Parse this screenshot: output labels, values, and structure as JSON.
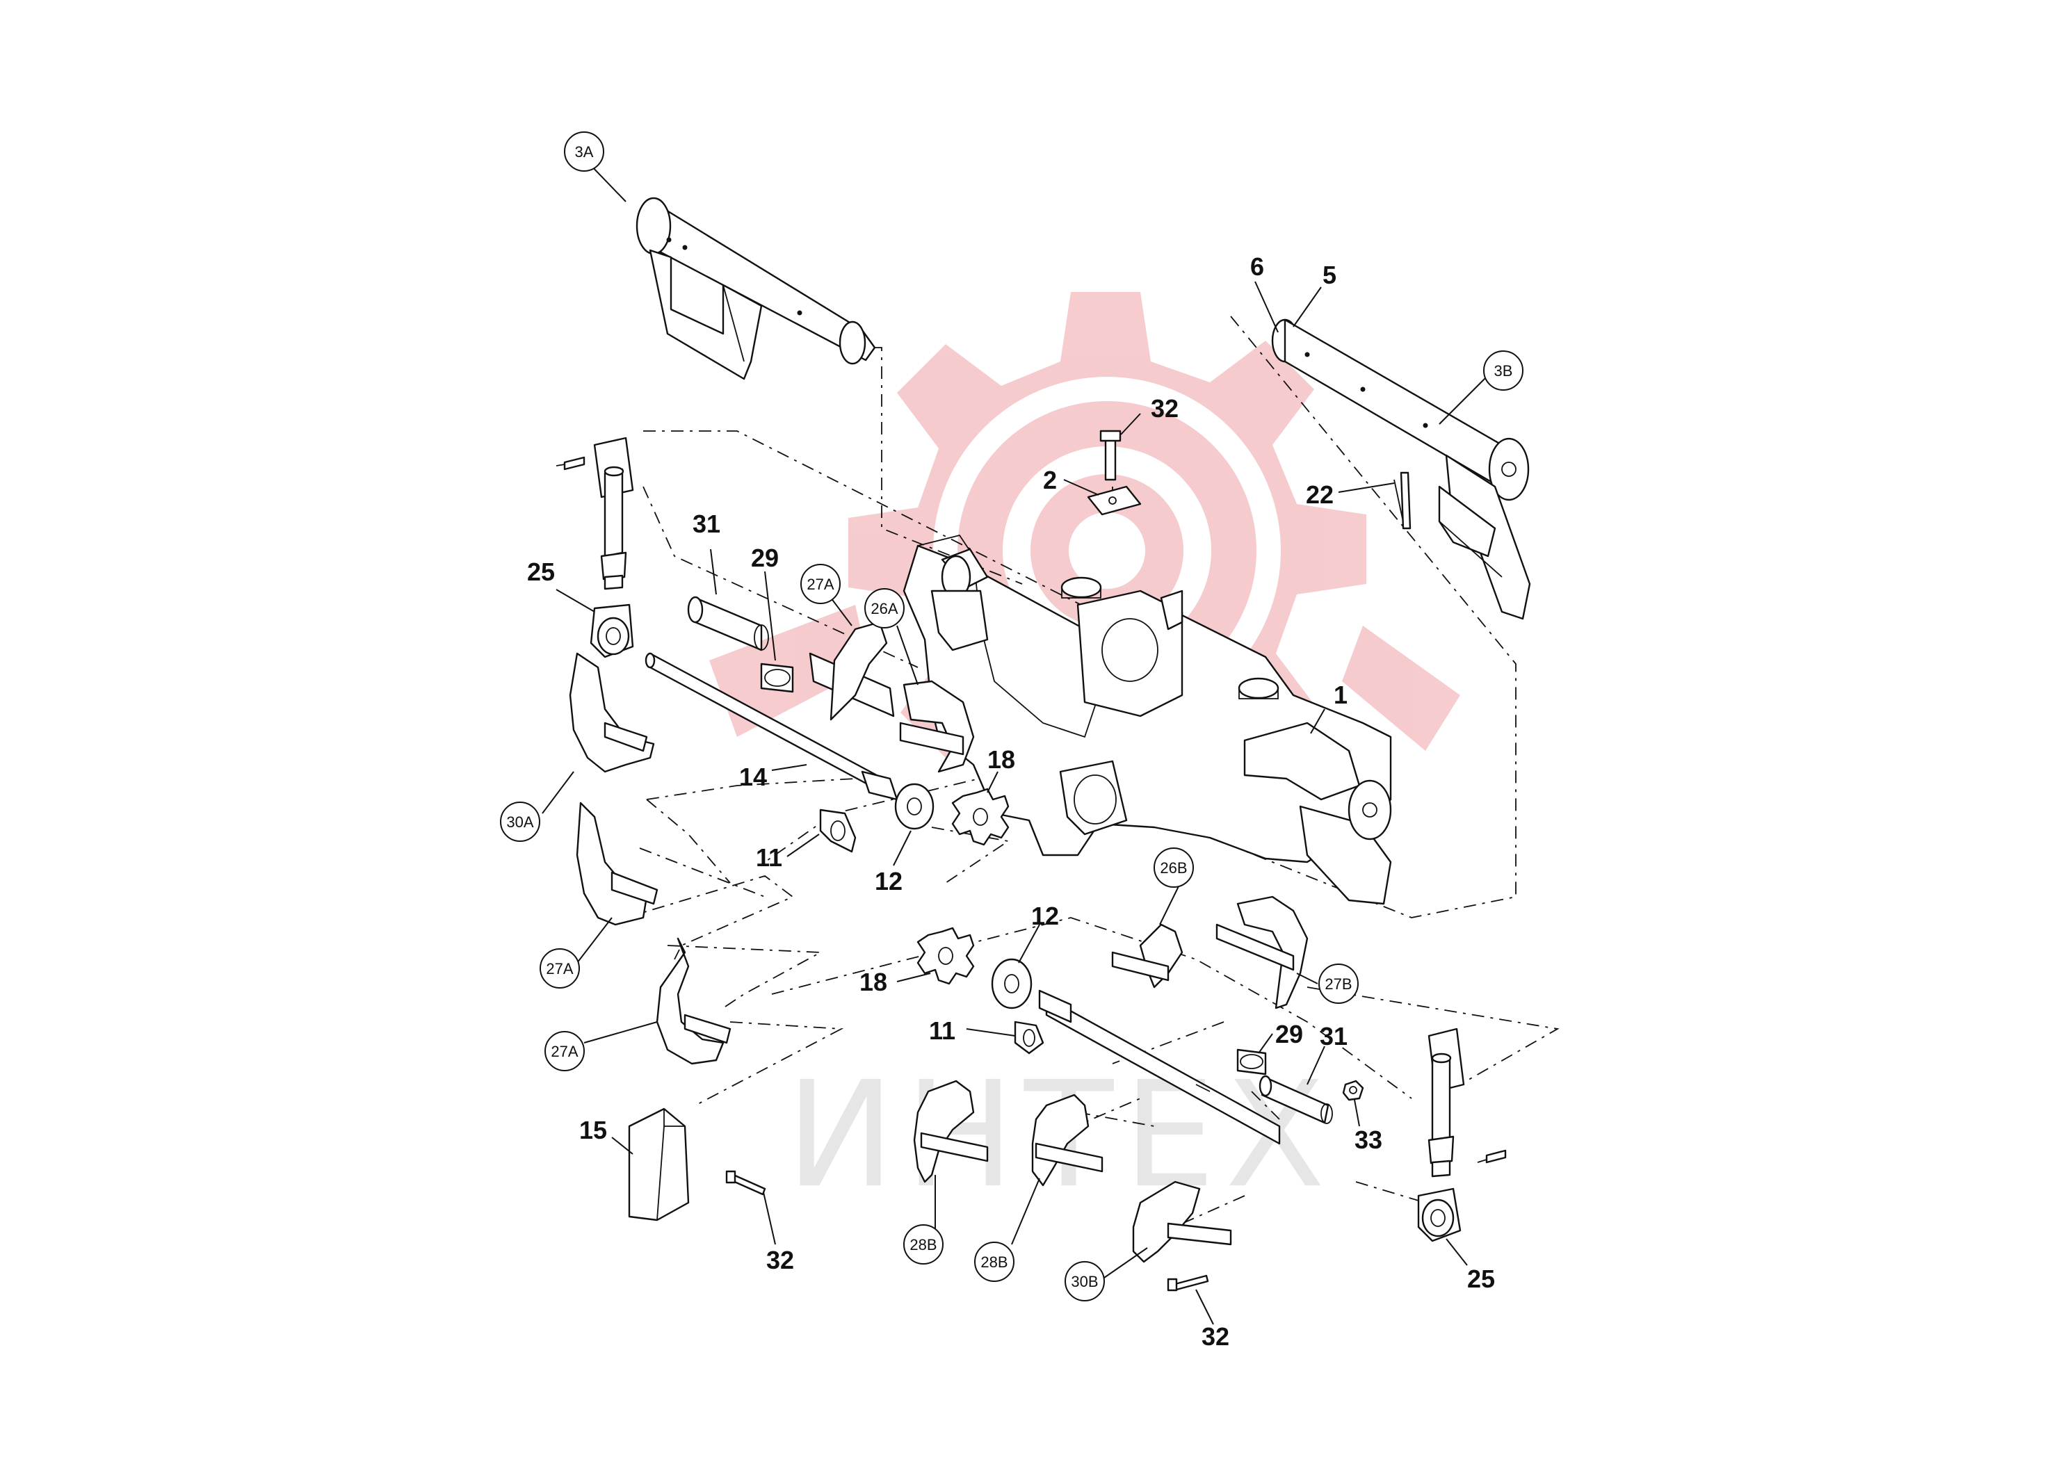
{
  "watermark": {
    "text": "ИНТЕХ",
    "color": "#f6c9cc"
  },
  "callouts": {
    "c3A": "3A",
    "c3B": "3B",
    "c6": "6",
    "c5": "5",
    "c32_top": "32",
    "c2": "2",
    "c22": "22",
    "c31_left": "31",
    "c29_left": "29",
    "c27A_top": "27A",
    "c26A": "26A",
    "c25_left": "25",
    "c1": "1",
    "c18_upper": "18",
    "c14": "14",
    "c30A": "30A",
    "c11_upper": "11",
    "c12_upper": "12",
    "c26B": "26B",
    "c12_lower": "12",
    "c27A_mid": "27A",
    "c18_lower": "18",
    "c27B": "27B",
    "c27A_low": "27A",
    "c11_lower": "11",
    "c29_right": "29",
    "c31_right": "31",
    "c33": "33",
    "c15": "15",
    "c32_left": "32",
    "c28B_1": "28B",
    "c28B_2": "28B",
    "c30B": "30B",
    "c25_right": "25",
    "c32_bottom": "32"
  }
}
